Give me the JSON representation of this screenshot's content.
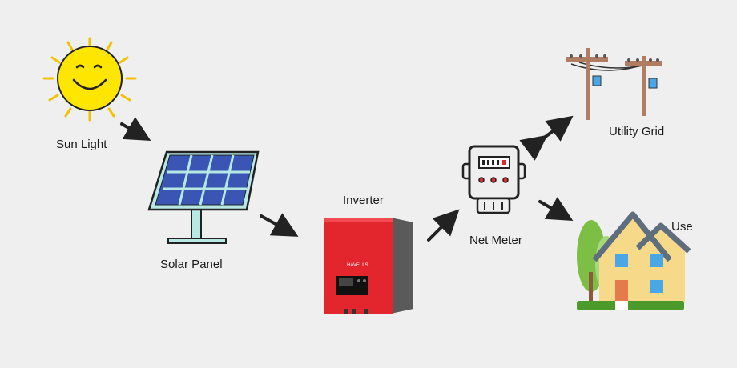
{
  "diagram": {
    "labels": {
      "sun": "Sun Light",
      "solar_panel": "Solar Panel",
      "inverter": "Inverter",
      "net_meter": "Net Meter",
      "utility_grid": "Utility Grid",
      "use": "Use"
    },
    "inverter_brand": "HAVELLS",
    "colors": {
      "background": "#efefef",
      "sun": "#ffe600",
      "panel_cell": "#3a55b4",
      "panel_frame": "#b7e9e4",
      "inverter": "#e3262e",
      "roof": "#5f6e7e",
      "house_wall": "#f7d98a",
      "window": "#49a7e8",
      "door": "#e77a4a",
      "tree": "#7cbf44",
      "grid_pole": "#b07d62"
    }
  }
}
